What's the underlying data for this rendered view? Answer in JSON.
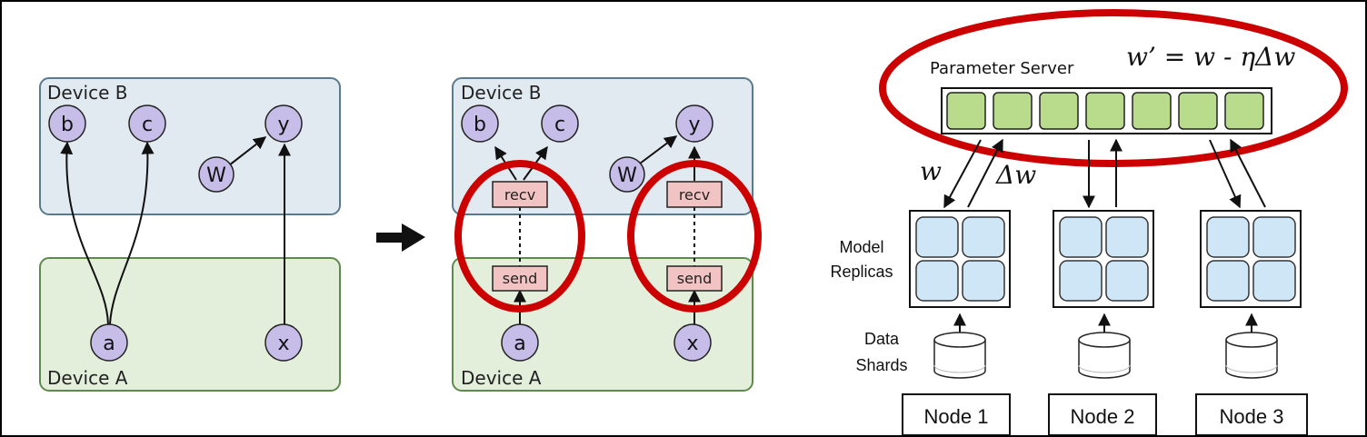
{
  "left_graph": {
    "device_b_label": "Device B",
    "device_a_label": "Device A",
    "nodes": {
      "b": "b",
      "c": "c",
      "y": "y",
      "W": "W",
      "a": "a",
      "x": "x"
    }
  },
  "right_graph": {
    "device_b_label": "Device B",
    "device_a_label": "Device A",
    "nodes": {
      "b": "b",
      "c": "c",
      "y": "y",
      "W": "W",
      "a": "a",
      "x": "x"
    },
    "recv_label": "recv",
    "send_label": "send"
  },
  "parameter_server": {
    "label": "Parameter Server",
    "equation": "w’ = w - ηΔw",
    "w_label": "w",
    "delta_w_label": "Δw",
    "model_replicas_label": [
      "Model",
      "Replicas"
    ],
    "data_shards_label": [
      "Data",
      "Shards"
    ],
    "nodes": [
      "Node 1",
      "Node 2",
      "Node 3"
    ]
  },
  "colors": {
    "device_b_fill": "#e1eaf0",
    "device_b_stroke": "#5a7a8e",
    "device_a_fill": "#e3eedb",
    "device_a_stroke": "#5f8a4e",
    "node_fill": "#c6bde8",
    "op_fill": "#f2c3c3",
    "highlight": "#cc0000",
    "ps_cell": "#b9dc8c",
    "replica_cell": "#cfe6f7"
  }
}
